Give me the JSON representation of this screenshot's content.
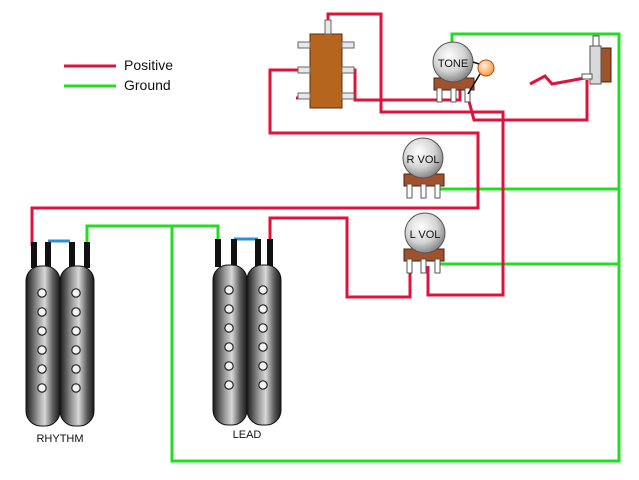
{
  "legend": {
    "positive": {
      "label": "Positive",
      "color": "#e0123c"
    },
    "ground": {
      "label": "Ground",
      "color": "#22dd22"
    }
  },
  "pots": {
    "tone": "TONE",
    "r_vol": "R VOL",
    "l_vol": "L VOL"
  },
  "pickups": {
    "rhythm": "RHYTHM",
    "lead": "LEAD"
  },
  "colors": {
    "positive": "#e0123c",
    "ground": "#22dd22",
    "jumper": "#2b8fd6",
    "pot_lugs": "#a0522d",
    "switch_body": "#b5651d",
    "capacitor": "#ffb36b",
    "pickup_body": "#2f2f2f"
  }
}
